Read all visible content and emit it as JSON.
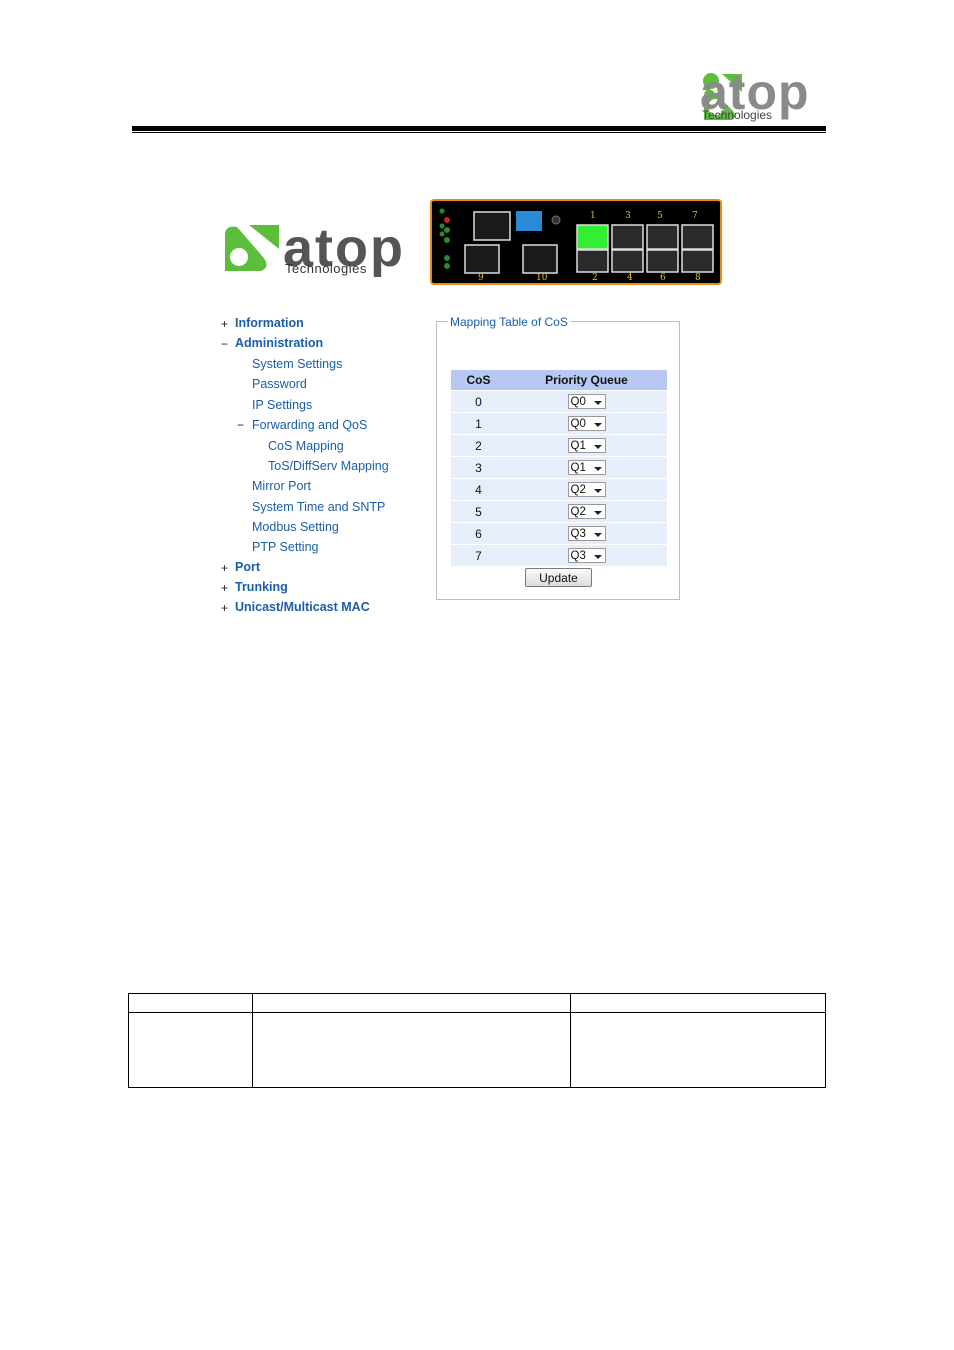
{
  "header": {
    "logo_word": "atop",
    "logo_sub": "Technologies"
  },
  "app_logo": {
    "word": "atop",
    "sub": "Technologies"
  },
  "device": {
    "port_numbers_top": [
      "1",
      "3",
      "5",
      "7"
    ],
    "port_numbers_bottom": [
      "2",
      "4",
      "6",
      "8"
    ],
    "uplink_numbers": [
      "9",
      "10"
    ],
    "active_port": "1",
    "active_color": "#33ee33",
    "frame_color": "#e68a1e"
  },
  "nav": {
    "items": [
      {
        "toggle": "+",
        "label": "Information"
      },
      {
        "toggle": "−",
        "label": "Administration"
      },
      {
        "label": "System Settings"
      },
      {
        "label": "Password"
      },
      {
        "label": "IP Settings"
      },
      {
        "toggle": "−",
        "label": "Forwarding and QoS"
      },
      {
        "label": "CoS Mapping"
      },
      {
        "label": "ToS/DiffServ Mapping"
      },
      {
        "label": "Mirror Port"
      },
      {
        "label": "System Time and SNTP"
      },
      {
        "label": "Modbus Setting"
      },
      {
        "label": "PTP Setting"
      },
      {
        "toggle": "+",
        "label": "Port"
      },
      {
        "toggle": "+",
        "label": "Trunking"
      },
      {
        "toggle": "+",
        "label": "Unicast/Multicast MAC"
      }
    ],
    "link_color": "#1a5ea8"
  },
  "mapping": {
    "legend": "Mapping Table of CoS",
    "headers": {
      "cos": "CoS",
      "queue": "Priority Queue"
    },
    "rows": [
      {
        "cos": "0",
        "queue": "Q0"
      },
      {
        "cos": "1",
        "queue": "Q0"
      },
      {
        "cos": "2",
        "queue": "Q1"
      },
      {
        "cos": "3",
        "queue": "Q1"
      },
      {
        "cos": "4",
        "queue": "Q2"
      },
      {
        "cos": "5",
        "queue": "Q2"
      },
      {
        "cos": "6",
        "queue": "Q3"
      },
      {
        "cos": "7",
        "queue": "Q3"
      }
    ],
    "update_label": "Update",
    "header_bg": "#b7c9f2",
    "row_bg": "#e6edfb"
  }
}
